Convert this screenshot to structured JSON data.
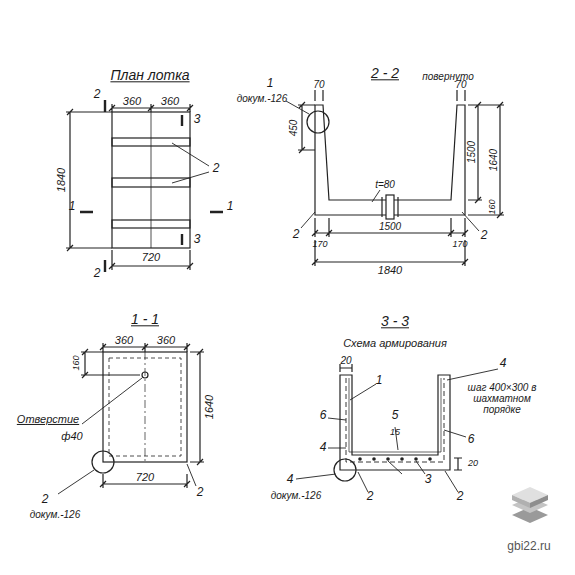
{
  "diagram": {
    "labels": [
      "План лотка",
      "2",
      "360",
      "360",
      "3",
      "1840",
      "1",
      "2",
      "1",
      "3",
      "720",
      "2",
      "2 - 2",
      "повернуто",
      "1",
      "докум.-126",
      "70",
      "70",
      "450",
      "t=80",
      "1500",
      "1640",
      "160",
      "2",
      "2",
      "170",
      "1500",
      "170",
      "1840",
      "1 - 1",
      "360",
      "360",
      "160",
      "1640",
      "Отверстие",
      "ф40",
      "720",
      "2",
      "2",
      "докум.-126",
      "3 - 3",
      "Схема армирования",
      "20",
      "1",
      "4",
      "шаг 400×300 в шахматном порядке",
      "6",
      "5",
      "6",
      "4",
      "15",
      "3",
      "4",
      "докум.-126",
      "2",
      "2",
      "20",
      "gbi22.ru"
    ]
  }
}
